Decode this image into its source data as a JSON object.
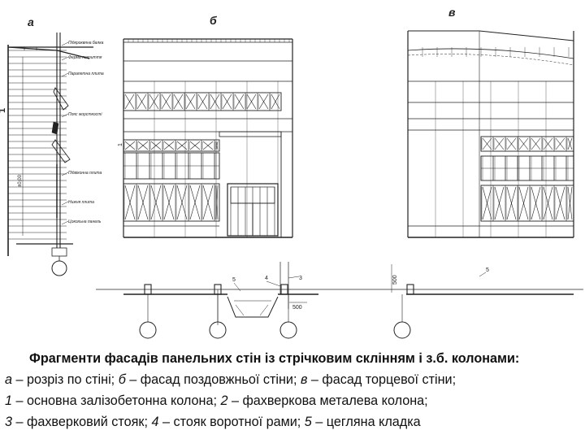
{
  "panels": {
    "a": {
      "letter": "а",
      "labels": [
        "Підкроквяна балка",
        "Ферма покриття",
        "Парапетна плита",
        "Пояс жорсткості",
        "Підвіконна плита",
        "Нижня плита",
        "Цокольна панель"
      ],
      "dim_height": "±0,00"
    },
    "b": {
      "letter": "б"
    },
    "c": {
      "letter": "в"
    }
  },
  "plan": {
    "markers": [
      "5",
      "4",
      "3",
      "5"
    ],
    "dims": [
      "500",
      "500"
    ]
  },
  "caption": {
    "title": "Фрагменти фасадів панельних стін із стрічковим склінням і з.б. колонами:",
    "line2": [
      {
        "t": "а",
        "i": true
      },
      {
        "t": " – розріз по стіні; ",
        "i": false
      },
      {
        "t": "б",
        "i": true
      },
      {
        "t": " – фасад поздовжньої стіни; ",
        "i": false
      },
      {
        "t": "в",
        "i": true
      },
      {
        "t": " – фасад торцевої стіни;",
        "i": false
      }
    ],
    "line3": [
      {
        "t": "1",
        "i": true
      },
      {
        "t": " – основна залізобетонна колона; ",
        "i": false
      },
      {
        "t": "2",
        "i": true
      },
      {
        "t": " – фахверкова металева колона;",
        "i": false
      }
    ],
    "line4": [
      {
        "t": "3",
        "i": true
      },
      {
        "t": " – фахверковий стояк; ",
        "i": false
      },
      {
        "t": "4",
        "i": true
      },
      {
        "t": " – стояк воротної рами; ",
        "i": false
      },
      {
        "t": "5",
        "i": true
      },
      {
        "t": " – цегляна кладка",
        "i": false
      }
    ]
  }
}
